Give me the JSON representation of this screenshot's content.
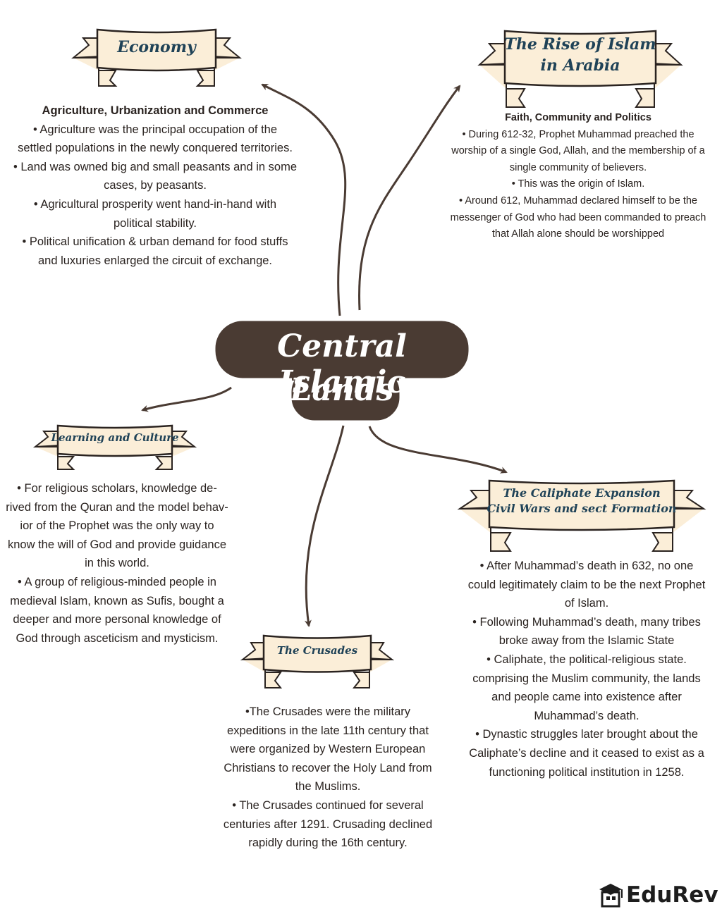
{
  "center": {
    "line1": "Central Islamic",
    "line2": "Lands"
  },
  "colors": {
    "arrow": "#4a3b33",
    "center_fill": "#4a3b33",
    "banner_fill": "#fbeed8",
    "banner_stroke": "#2a2320",
    "banner_text": "#1f4257"
  },
  "economy": {
    "banner": "Economy",
    "heading": "Agriculture, Urbanization and Commerce",
    "lines": [
      "• Agriculture was the principal occupation of the",
      "settled populations in the newly conquered territories.",
      "• Land was owned big and small peasants and in some",
      "cases, by peasants.",
      "• Agricultural prosperity went hand-in-hand with",
      "political stability.",
      "• Political unification & urban demand for food stuffs",
      "and luxuries enlarged the circuit of exchange."
    ]
  },
  "rise": {
    "banner_line1": "The Rise of Islam",
    "banner_line2": "in Arabia",
    "heading": "Faith, Community and Politics",
    "lines": [
      "• During 612-32, Prophet Muhammad preached the",
      "worship of a single God, Allah, and the membership of a",
      "single community of believers.",
      "• This was the origin of Islam.",
      "• Around 612, Muhammad declared himself to be the",
      "messenger of God who had been commanded to preach",
      "that Allah alone should be worshipped"
    ]
  },
  "learning": {
    "banner": "Learning and Culture",
    "lines": [
      "• For religious scholars, knowledge de-",
      "rived from the Quran and the model behav-",
      "ior of the Prophet was the only way to",
      "know the will of God and provide guidance",
      "in this world.",
      "• A group of religious-minded people in",
      "medieval Islam, known as Sufis, bought a",
      "deeper and more personal knowledge of",
      "God through asceticism and mysticism."
    ]
  },
  "caliphate": {
    "banner_line1": "The Caliphate Expansion",
    "banner_line2": "Civil Wars and sect Formation",
    "lines": [
      "• After Muhammad’s death in 632, no one",
      "could legitimately claim to be the next Prophet",
      "of Islam.",
      "• Following Muhammad’s death, many tribes",
      "broke away from the Islamic State",
      "• Caliphate, the political-religious state.",
      "comprising the Muslim community, the lands",
      "and people came into existence after",
      "Muhammad’s death.",
      "• Dynastic struggles later brought about the",
      "Caliphate’s decline and it ceased to exist as a",
      "functioning political institution in 1258."
    ]
  },
  "crusades": {
    "banner": "The Crusades",
    "lines": [
      "•The Crusades were the military",
      "expeditions in the late 11th century that",
      "were organized by Western European",
      "Christians to recover the Holy Land from",
      "the Muslims.",
      "• The Crusades continued for several",
      "centuries after 1291. Crusading declined",
      "rapidly during the 16th century."
    ]
  },
  "logo": {
    "text": "EduRev",
    "icon": "graduation-cap-icon"
  }
}
